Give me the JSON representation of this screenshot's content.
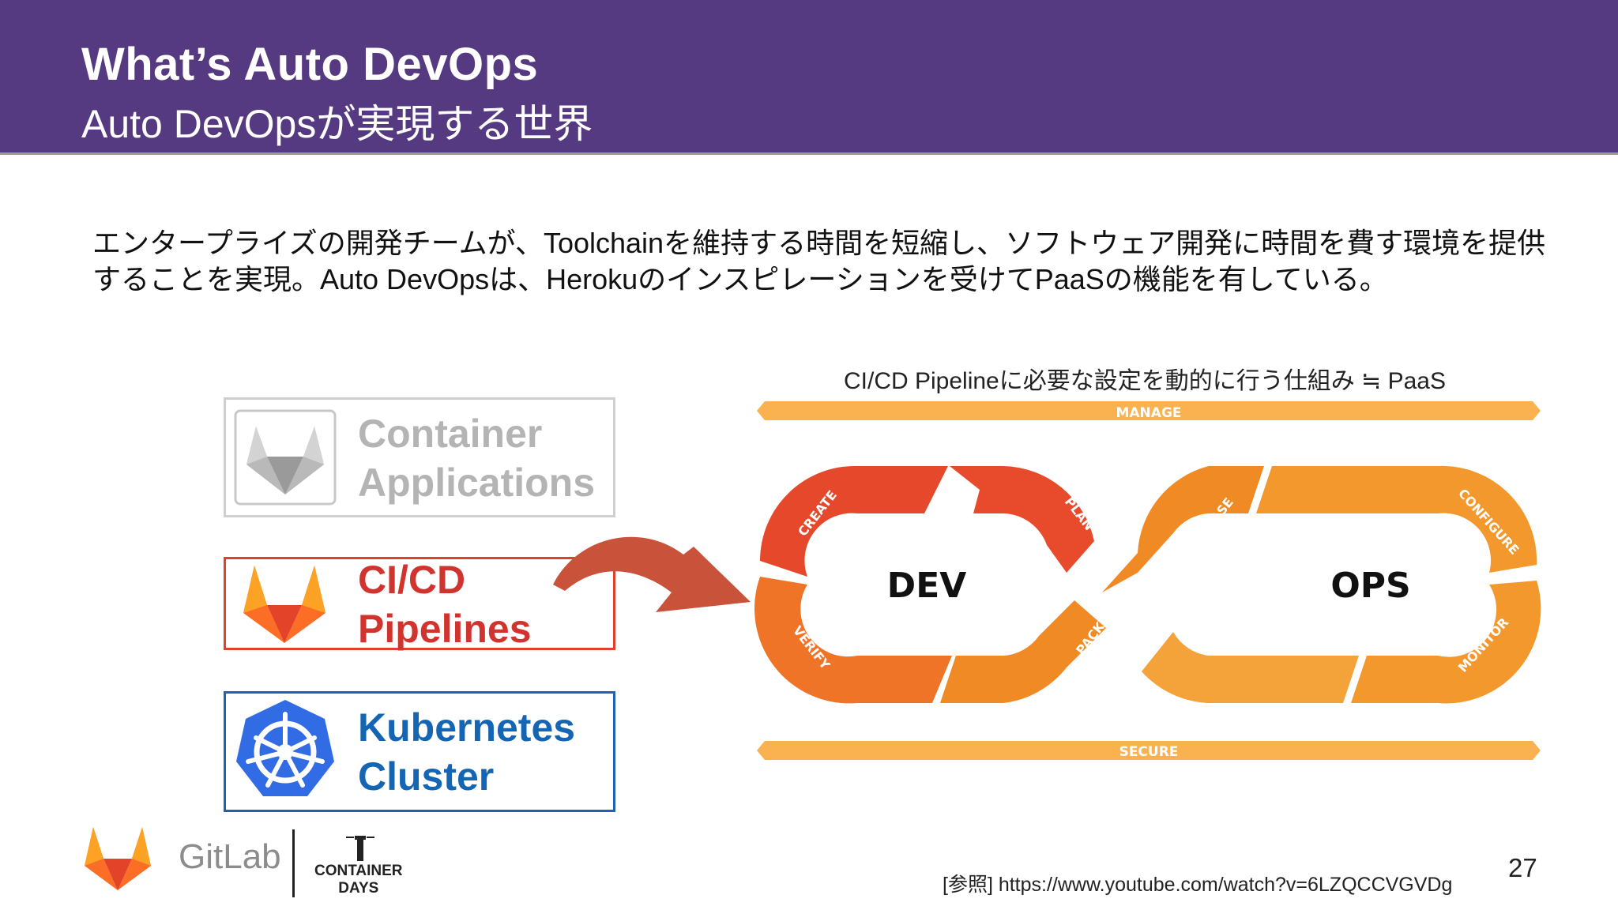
{
  "header": {
    "title": "What’s Auto DevOps",
    "subtitle": "Auto DevOpsが実現する世界"
  },
  "body": {
    "line1": "エンタープライズの開発チームが、Toolchainを維持する時間を短縮し、ソフトウェア開発に時間を費す環境を提供",
    "line2": "することを実現。Auto DevOpsは、Herokuのインスピレーションを受けてPaaSの機能を有している。"
  },
  "cards": [
    {
      "line1": "Container",
      "line2": "Applications",
      "color": "#b4b4b4",
      "icon": "gitlab-logo-gray-icon"
    },
    {
      "line1": "CI/CD",
      "line2": "Pipelines",
      "color": "#d1332e",
      "icon": "gitlab-logo-icon"
    },
    {
      "line1": "Kubernetes",
      "line2": "Cluster",
      "color": "#1565b5",
      "icon": "kubernetes-icon"
    }
  ],
  "diagram": {
    "caption": "CI/CD Pipelineに必要な設定を動的に行う仕組み ≒ PaaS",
    "manage": "MANAGE",
    "secure": "SECURE",
    "dev": "DEV",
    "ops": "OPS",
    "stages": {
      "create": "CREATE",
      "plan": "PLAN",
      "verify": "VERIFY",
      "package": "PACKAGE",
      "release": "RELEASE",
      "configure": "CONFIGURE",
      "monitor": "MONITOR"
    }
  },
  "footer": {
    "gitlab": "GitLab",
    "container_days_1": "CONTAINER",
    "container_days_2": "DAYS",
    "reference": "[参照] https://www.youtube.com/watch?v=6LZQCCVGVDg",
    "page_number": "27"
  },
  "colors": {
    "header_bg": "#553a81",
    "orange": "#f08a24",
    "red_orange": "#e5482b",
    "light_orange": "#f9b24f",
    "blue": "#1565b5"
  }
}
